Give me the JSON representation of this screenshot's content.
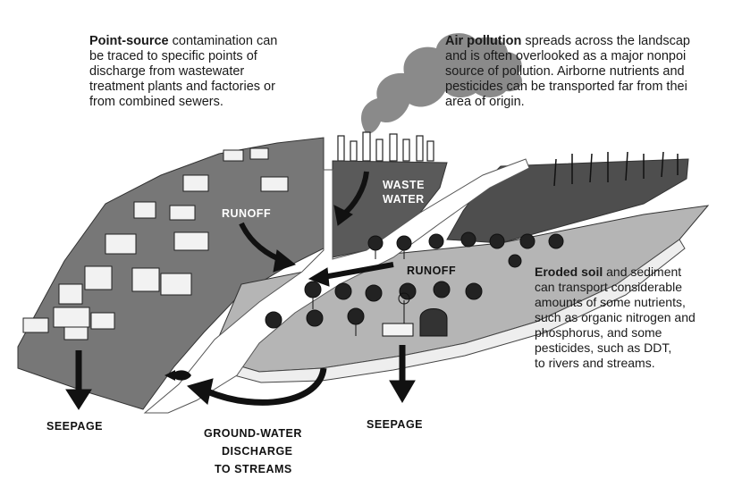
{
  "point_source": {
    "lead": "Point-source",
    "rest": " contamination can",
    "lines": [
      "be traced to specific points of",
      "discharge from wastewater",
      "treatment plants and factories or",
      "from combined sewers."
    ]
  },
  "air_pollution": {
    "lead": "Air pollution",
    "rest": " spreads across the landscap",
    "lines": [
      "and is often overlooked as a major nonpoi",
      "source of pollution. Airborne nutrients and",
      "pesticides can be transported far from thei",
      "area of origin."
    ]
  },
  "eroded_soil": {
    "lead": "Eroded soil",
    "rest": " and sediment",
    "lines": [
      "can transport considerable",
      "amounts of some nutrients,",
      "such as organic nitrogen and",
      "phosphorus, and some",
      "pesticides, such as DDT,",
      "to rivers and streams."
    ]
  },
  "labels": {
    "runoff_left": "RUNOFF",
    "waste_water_1": "WASTE",
    "waste_water_2": "WATER",
    "runoff_right": "RUNOFF",
    "seepage_left": "SEEPAGE",
    "seepage_right": "SEEPAGE",
    "gw_1": "GROUND-WATER",
    "gw_2": "DISCHARGE",
    "gw_3": "TO STREAMS"
  },
  "colors": {
    "terrain": "#777777",
    "terrain_dark": "#4e4e4e",
    "smoke": "#8a8a8a",
    "river": "#ffffff",
    "field": "#d9d9d9",
    "ink": "#111111"
  }
}
